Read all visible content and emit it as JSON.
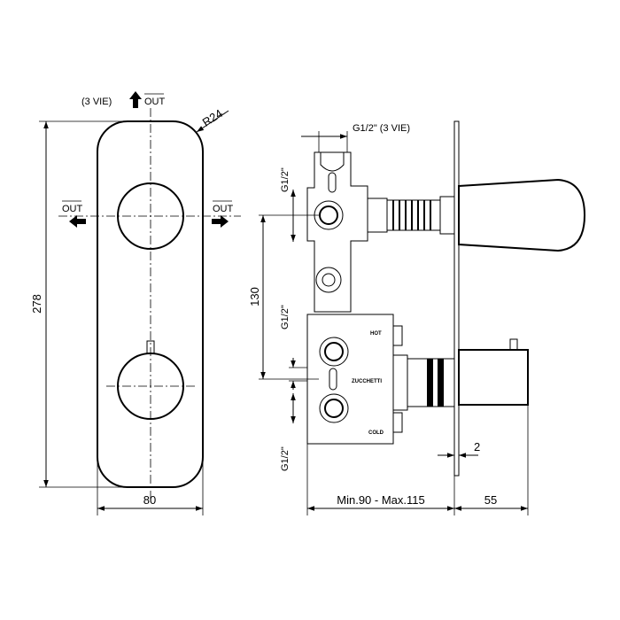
{
  "labels": {
    "out_top": "OUT",
    "three_vie_top": "(3 VIE)",
    "out_left": "OUT",
    "out_right": "OUT",
    "radius": "R24",
    "height_dim": "278",
    "width_dim": "80",
    "thread_label": "G1/2\"",
    "thread_3vie": "G1/2\" (3 VIE)",
    "spacing_dim": "130",
    "depth_dim": "Min.90 - Max.115",
    "protrusion_dim": "55",
    "plate_dim": "2",
    "hot": "HOT",
    "brand": "ZUCCHETTI",
    "cold": "COLD"
  },
  "icons": [
    "arrow-up-icon",
    "arrow-left-icon",
    "arrow-right-icon"
  ]
}
